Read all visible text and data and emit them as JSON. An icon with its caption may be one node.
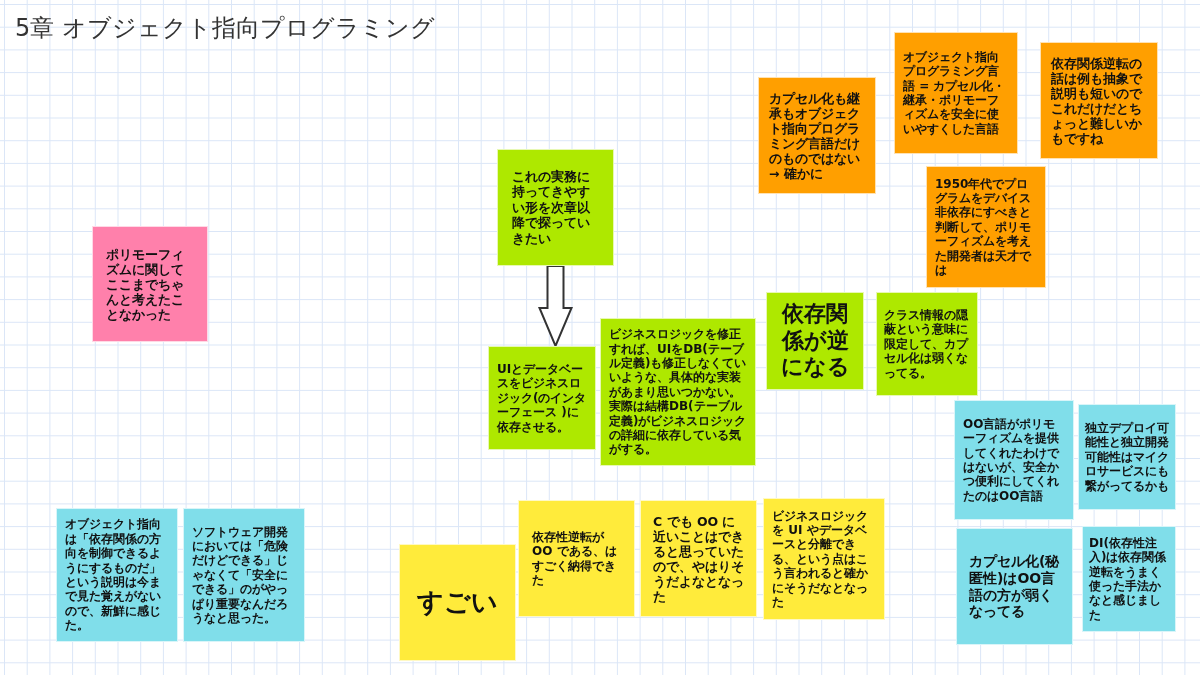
{
  "diagram": {
    "title": "5章 オブジェクト指向プログラミング",
    "nodes": [
      {
        "text": [
          "ポリモーフィズムに関してここまでちゃんと考えたことなかった"
        ]
      },
      {
        "text": [
          "これの実務に持ってきやすい形を次章以降で探っていきたい"
        ]
      },
      {
        "text": [
          "UIとデータベースをビジネスロジック(のインターフェース )に依存させる。"
        ]
      },
      {
        "text": [
          "ビジネスロジックを修正すれば、UIをDB(テーブル定義)も修正しなくていいような、具体的な実装があまり思いつかない。実際は結構DB(テーブル定義)がビジネスロジックの詳細に依存している気がする。"
        ]
      },
      {
        "text": [
          "カプセル化も継承もオブジェクト指向プログラミング言語だけのものではない → 確かに"
        ]
      },
      {
        "text": [
          "オブジェクト指向プログラミング言語 = カプセル化・継承・ポリモーフィズムを安全に使いやすくした言語"
        ]
      },
      {
        "text": [
          "依存関係逆転の話は例も抽象で説明も短いのでこれだけだとちょっと難しいかもですね"
        ]
      },
      {
        "text": [
          "1950年代でプログラムをデバイス非依存にすべきと判断して、ポリモーフィズムを考えた開発者は天才では"
        ]
      },
      {
        "text": [
          "依存関係が逆になる"
        ]
      },
      {
        "text": [
          "クラス情報の隠蔽という意味に限定して、カプセル化は弱くなってる。"
        ]
      },
      {
        "text": [
          "OO言語がポリモーフィズムを提供してくれたわけではないが、安全かつ便利にしてくれたのはOO言語"
        ]
      },
      {
        "text": [
          "独立デプロイ可能性と独立開発可能性はマイクロサービスにも繋がってるかも"
        ]
      },
      {
        "text": [
          "カプセル化(秘匿性)はOO言語の方が弱くなってる"
        ]
      },
      {
        "text": [
          "DI(依存性注入)は依存関係逆転をうまく使った手法かなと感じました"
        ]
      },
      {
        "text": [
          "オブジェクト指向は「依存関係の方向を制御できるようにするものだ」という説明は今まで見た覚えがないので、新鮮に感じた。"
        ]
      },
      {
        "text": [
          "ソフトウェア開発においては「危険だけどできる」じゃなくて「安全にできる」のがやっぱり重要なんだろうなと思った。"
        ]
      },
      {
        "text": [
          "すごい"
        ]
      },
      {
        "text": [
          "依存性逆転が OO である、はすごく納得できた"
        ]
      },
      {
        "text": [
          "C でも OO に近いことはできると思っていたので、やはりそうだよなとなった"
        ]
      },
      {
        "text": [
          "ビジネスロジックを UI やデータベースと分離できる、という点はこう言われると確かにそうだなとなった"
        ]
      }
    ],
    "edges": [
      {
        "from": 1,
        "to": 2,
        "arrow": "to"
      }
    ]
  }
}
